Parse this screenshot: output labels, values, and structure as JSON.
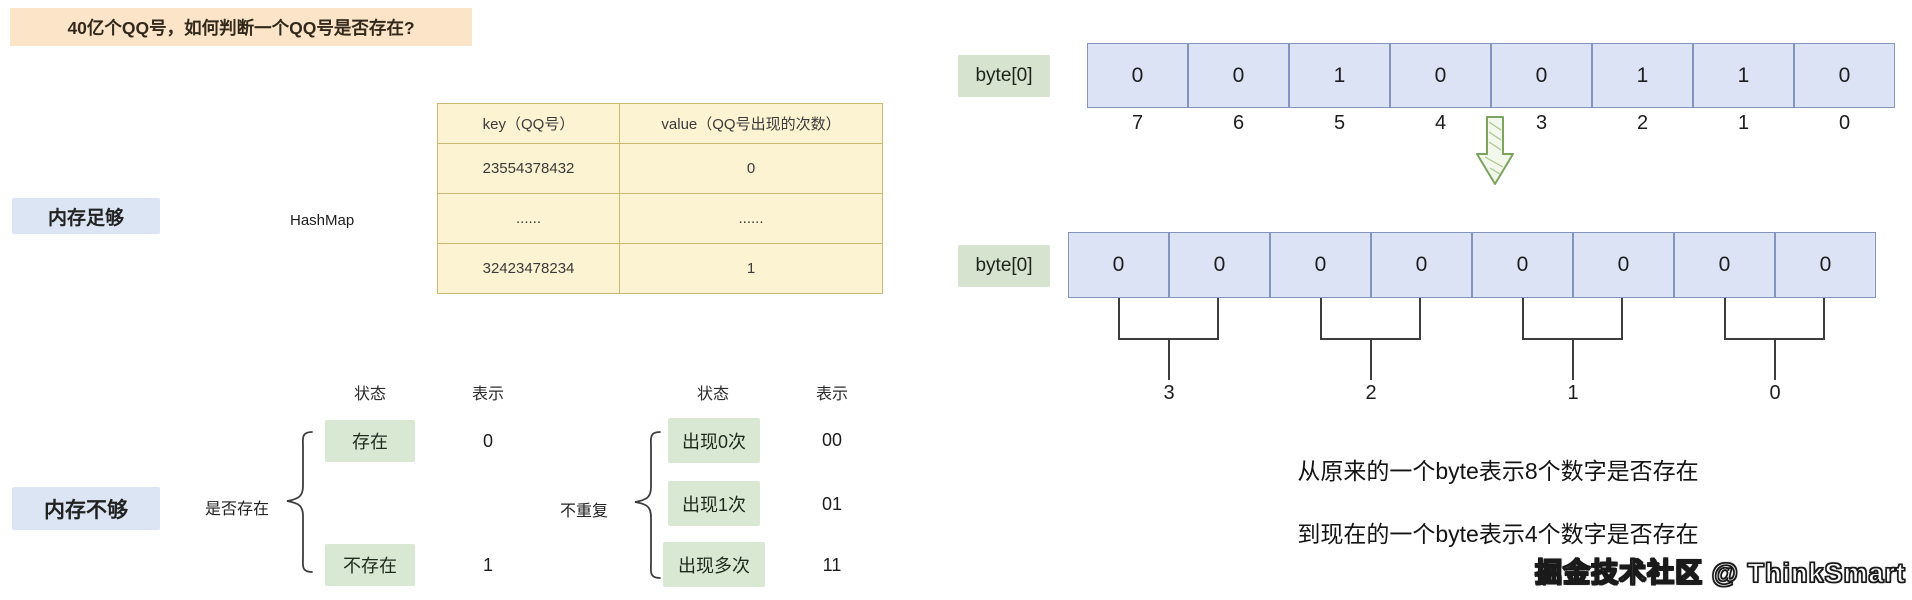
{
  "title": "40亿个QQ号，如何判断一个QQ号是否存在?",
  "memory_enough": {
    "label": "内存足够",
    "method": "HashMap"
  },
  "hashmap_table": {
    "headers": [
      "key（QQ号）",
      "value（QQ号出现的次数）"
    ],
    "rows": [
      [
        "23554378432",
        "0"
      ],
      [
        "......",
        "......"
      ],
      [
        "32423478234",
        "1"
      ]
    ]
  },
  "memory_not_enough": {
    "label": "内存不够"
  },
  "exist_tree": {
    "root": "是否存在",
    "status_header": "状态",
    "repr_header": "表示",
    "branches": [
      {
        "status": "存在",
        "repr": "0"
      },
      {
        "status": "不存在",
        "repr": "1"
      }
    ]
  },
  "repeat_tree": {
    "root": "不重复",
    "status_header": "状态",
    "repr_header": "表示",
    "branches": [
      {
        "status": "出现0次",
        "repr": "00"
      },
      {
        "status": "出现1次",
        "repr": "01"
      },
      {
        "status": "出现多次",
        "repr": "11"
      }
    ]
  },
  "bitmap_before": {
    "label": "byte[0]",
    "bits": [
      "0",
      "0",
      "1",
      "0",
      "0",
      "1",
      "1",
      "0"
    ],
    "bit_indices": [
      "7",
      "6",
      "5",
      "4",
      "3",
      "2",
      "1",
      "0"
    ]
  },
  "bitmap_after": {
    "label": "byte[0]",
    "bits": [
      "0",
      "0",
      "0",
      "0",
      "0",
      "0",
      "0",
      "0"
    ],
    "group_indices": [
      "3",
      "2",
      "1",
      "0"
    ]
  },
  "captions": {
    "line1": "从原来的一个byte表示8个数字是否存在",
    "line2": "到现在的一个byte表示4个数字是否存在"
  },
  "watermark": "掘金技术社区 @ ThinkSmart",
  "colors": {
    "title_bg": "#fce4c8",
    "blue_label_bg": "#dbe5f3",
    "table_bg": "#fcf3d2",
    "table_border": "#ccb873",
    "green_box_bg": "#d9e8d3",
    "bit_cell_bg": "#dbe3f4",
    "bit_cell_border": "#8394bd",
    "arrow_green": "#7ca45f"
  }
}
